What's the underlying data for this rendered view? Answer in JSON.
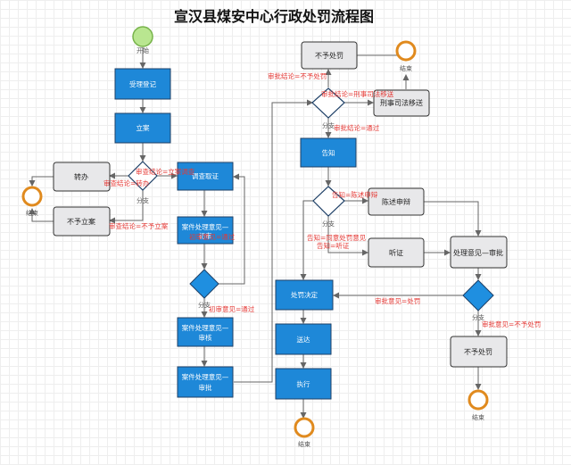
{
  "title": "宣汉县煤安中心行政处罚流程图",
  "nodes": {
    "start": "开始",
    "register": "受理登记",
    "file_case": "立案",
    "transfer": "转办",
    "not_file": "不予立案",
    "investigate": "调查取证",
    "opinion1_line1": "案件处理意见—",
    "opinion1_line2": "初审",
    "opinion2_line1": "案件处理意见—",
    "opinion2_line2": "审核",
    "opinion3_line1": "案件处理意见—",
    "opinion3_line2": "审批",
    "no_penalty_top": "不予处罚",
    "judicial": "刑事司法移送",
    "notify": "告知",
    "defense": "陈述申辩",
    "hearing": "听证",
    "opinion_approve": "处理意见—审批",
    "decision": "处罚决定",
    "deliver": "送达",
    "execute": "执行",
    "no_penalty_bottom": "不予处罚"
  },
  "end_labels": {
    "end1": "结束",
    "end2": "结束",
    "end3": "结束",
    "end4": "结束"
  },
  "branch_labels": {
    "b1": "分支",
    "b2": "分支",
    "b3": "分支",
    "b4": "分支",
    "b5": "分支"
  },
  "edge_labels": {
    "file_case_transfer": "审查结论=立案调查",
    "review_transfer": "审查结论=转办",
    "review_not_file": "审查结论=不予立案",
    "first_review_pass": "初审意见=通过",
    "first_review_pass2": "初审意见=通过",
    "approve_no_penalty": "审批结论=不予处罚",
    "approve_judicial": "审批结论=刑事司法移送",
    "approve_pass": "审批结论=通过",
    "notify_defense": "告知=陈述申辩",
    "notify_hearing": "告知=听证",
    "notify_agree": "告知=同意处罚意见",
    "approve_penalty": "审批意见=处罚",
    "approve_no_penalty2": "审批意见=不予处罚"
  }
}
